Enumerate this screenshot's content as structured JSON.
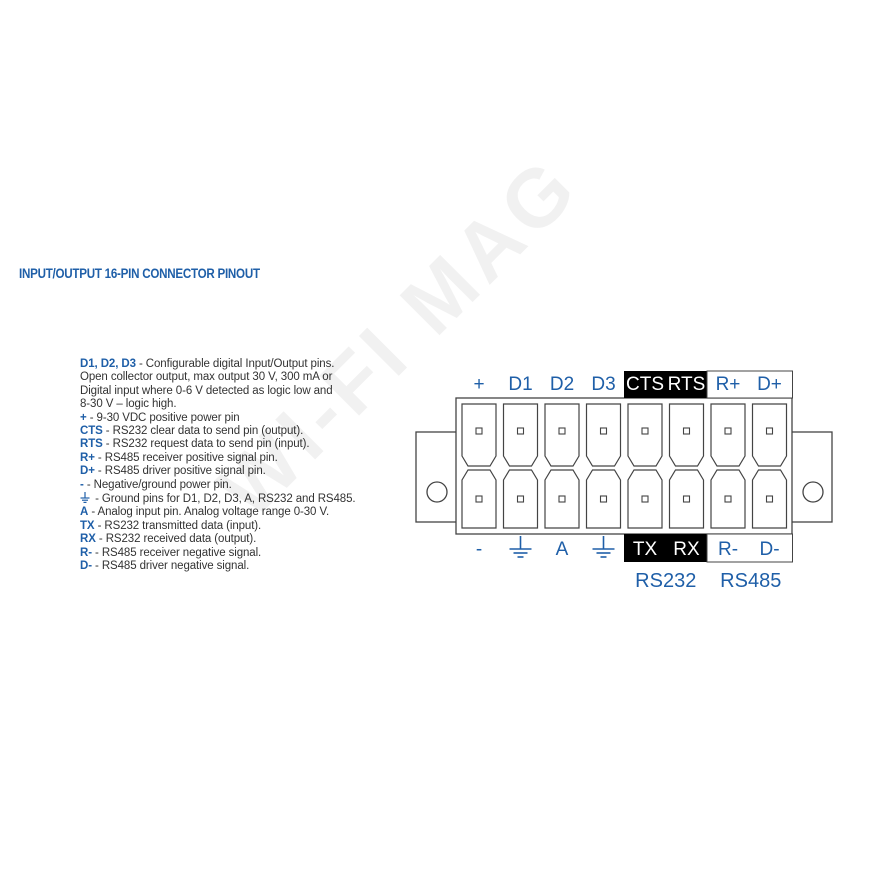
{
  "title": "INPUT/OUTPUT 16-PIN CONNECTOR PINOUT",
  "legend": [
    {
      "key": "D1, D2, D3",
      "text": " - Configurable digital Input/Output pins."
    },
    {
      "key": "",
      "text": "Open collector output, max output 30 V, 300 mA or"
    },
    {
      "key": "",
      "text": "Digital input where 0-6 V detected as logic low and"
    },
    {
      "key": "",
      "text": "8-30 V – logic high."
    },
    {
      "key": "+",
      "text": " - 9-30 VDC positive power pin"
    },
    {
      "key": "CTS",
      "text": " - RS232 clear data to send pin (output)."
    },
    {
      "key": "RTS",
      "text": " - RS232 request data to send pin (input)."
    },
    {
      "key": "R+",
      "text": " - RS485 receiver positive signal pin."
    },
    {
      "key": "D+",
      "text": " - RS485 driver positive signal pin."
    },
    {
      "key": "-",
      "text": " - Negative/ground power pin."
    },
    {
      "key": "",
      "icon": "ground-icon",
      "text": " - Ground pins for D1, D2, D3, A, RS232 and RS485."
    },
    {
      "key": "A",
      "text": " - Analog input pin. Analog voltage range 0-30 V."
    },
    {
      "key": "TX",
      "text": " - RS232 transmitted data (input)."
    },
    {
      "key": "RX",
      "text": " - RS232 received data (output)."
    },
    {
      "key": "R-",
      "text": " - RS485 receiver negative signal."
    },
    {
      "key": "D-",
      "text": " - RS485 driver negative signal."
    }
  ],
  "connector": {
    "top_labels": [
      {
        "text": "+",
        "style": "normal"
      },
      {
        "text": "D1",
        "style": "normal"
      },
      {
        "text": "D2",
        "style": "normal"
      },
      {
        "text": "D3",
        "style": "normal"
      },
      {
        "text": "CTS",
        "style": "inverted"
      },
      {
        "text": "RTS",
        "style": "inverted"
      },
      {
        "text": "R+",
        "style": "boxed"
      },
      {
        "text": "D+",
        "style": "boxed"
      }
    ],
    "bottom_labels": [
      {
        "text": "-",
        "style": "normal"
      },
      {
        "text": "",
        "style": "ground"
      },
      {
        "text": "A",
        "style": "normal"
      },
      {
        "text": "",
        "style": "ground"
      },
      {
        "text": "TX",
        "style": "inverted"
      },
      {
        "text": "RX",
        "style": "inverted"
      },
      {
        "text": "R-",
        "style": "boxed"
      },
      {
        "text": "D-",
        "style": "boxed"
      }
    ],
    "group_labels": [
      "RS232",
      "RS485"
    ]
  },
  "watermark": "WI-FI MAG",
  "colors": {
    "accent": "#1f5fa8",
    "text": "#333333",
    "inverted_bg": "#000000",
    "outline": "#444444"
  }
}
